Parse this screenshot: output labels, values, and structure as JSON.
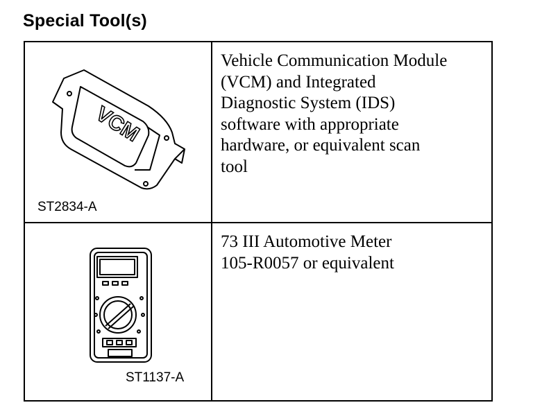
{
  "title": "Special Tool(s)",
  "tools": [
    {
      "code": "ST2834-A",
      "image_label": "VCM",
      "icon": "vcm-module-icon",
      "description": "Vehicle Communication Module\n(VCM) and Integrated\nDiagnostic System (IDS)\nsoftware with appropriate\nhardware, or equivalent scan\ntool"
    },
    {
      "code": "ST1137-A",
      "icon": "multimeter-icon",
      "description": "73 III Automotive Meter\n105-R0057 or equivalent"
    }
  ]
}
